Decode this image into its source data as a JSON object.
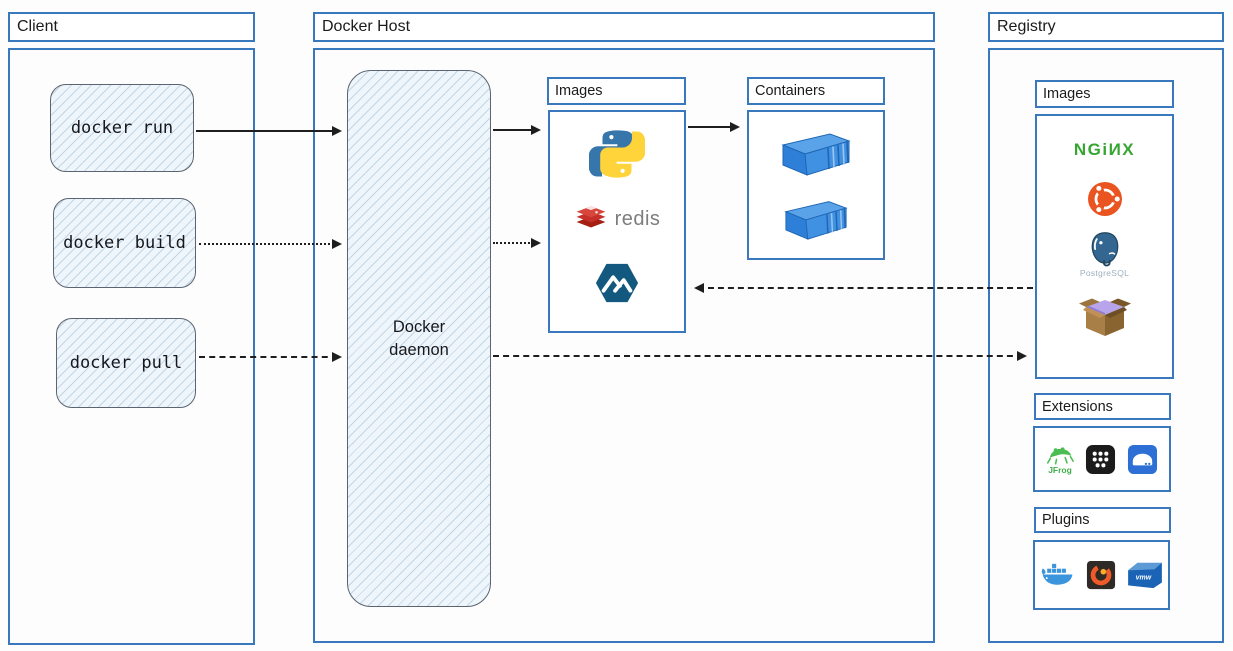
{
  "sections": {
    "client": {
      "title": "Client",
      "commands": [
        {
          "label": "docker run",
          "arrow_style": "solid"
        },
        {
          "label": "docker build",
          "arrow_style": "dotted"
        },
        {
          "label": "docker pull",
          "arrow_style": "dashed"
        }
      ]
    },
    "docker_host": {
      "title": "Docker Host",
      "daemon_label": "Docker daemon",
      "images_panel": {
        "title": "Images",
        "icons": [
          "python-icon",
          "redis-icon",
          "alpine-icon"
        ]
      },
      "containers_panel": {
        "title": "Containers",
        "icons": [
          "container-icon",
          "container-icon"
        ]
      }
    },
    "registry": {
      "title": "Registry",
      "images_panel": {
        "title": "Images",
        "icons": [
          "nginx-logo",
          "ubuntu-icon",
          "postgresql-icon",
          "busybox-icon"
        ]
      },
      "extensions_panel": {
        "title": "Extensions",
        "icons": [
          "jfrog-icon",
          "dots-grid-icon",
          "server-icon"
        ]
      },
      "plugins_panel": {
        "title": "Plugins",
        "icons": [
          "docker-whale-icon",
          "grafana-icon",
          "vmware-icon"
        ]
      }
    }
  },
  "logo_text": {
    "redis": "redis",
    "nginx": "NGiИX",
    "postgresql": "PostgreSQL",
    "jfrog": "JFrog",
    "vmware": "vmw"
  },
  "arrows": [
    {
      "from": "docker-run",
      "to": "docker-daemon",
      "style": "solid"
    },
    {
      "from": "docker-build",
      "to": "docker-daemon",
      "style": "dotted"
    },
    {
      "from": "docker-pull",
      "to": "docker-daemon",
      "style": "dashed"
    },
    {
      "from": "docker-daemon",
      "to": "host-images",
      "style": "solid"
    },
    {
      "from": "docker-daemon",
      "to": "host-images",
      "style": "dotted"
    },
    {
      "from": "host-images",
      "to": "containers",
      "style": "solid"
    },
    {
      "from": "registry-images",
      "to": "host-images",
      "style": "dashed"
    },
    {
      "from": "docker-daemon",
      "to": "registry-images",
      "style": "dashed"
    }
  ],
  "colors": {
    "box_border": "#3978bd",
    "sketch_border": "#5b6470",
    "hatch_fill": "#eef5fb",
    "arrow": "#1e1e1e",
    "nginx_green": "#36a531",
    "ubuntu_orange": "#e95420",
    "redis_red": "#c6302b",
    "alpine_blue": "#13597f",
    "postgres_blue": "#336791",
    "container_blue": "#3d8ede",
    "docker_blue": "#3b95dd",
    "grafana_orange": "#f05a28",
    "jfrog_green": "#3fae49",
    "vmware_blue": "#1a63b5"
  }
}
